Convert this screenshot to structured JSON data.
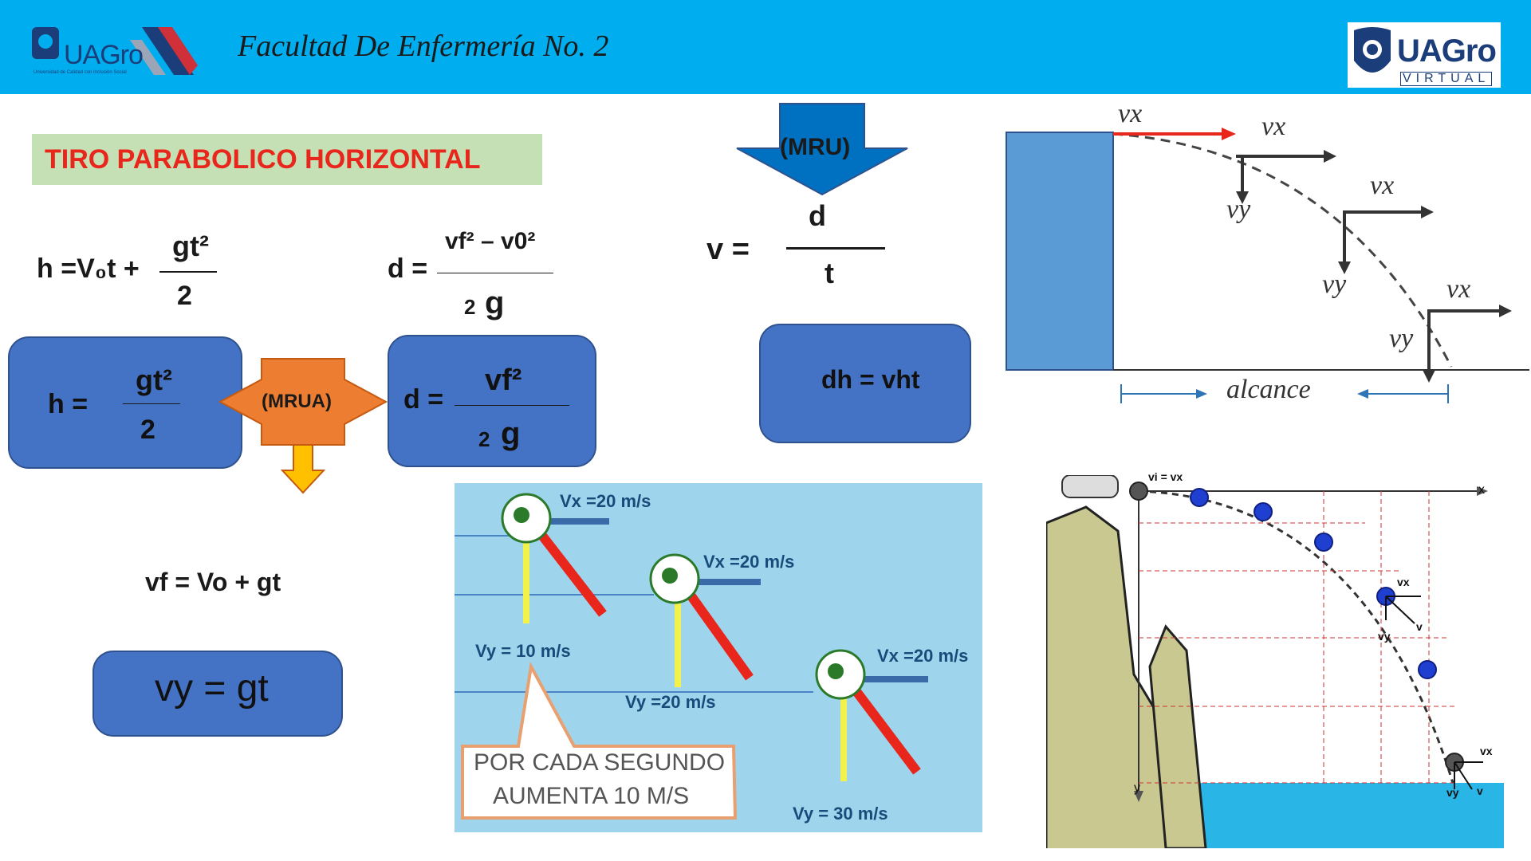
{
  "header": {
    "title": "Facultad De Enfermería No. 2",
    "logo_left": "UAGro",
    "logo_left_sub": "Universidad de Calidad con Inclusión Social",
    "logo_right": "UAGro",
    "logo_right_sub": "VIRTUAL",
    "bg_color": "#00AEEF"
  },
  "slide": {
    "title": "TIRO PARABOLICO HORIZONTAL"
  },
  "formulas": {
    "h_lhs": "h =V₀t +",
    "h_num": "gt²",
    "h_den": "2",
    "d_lhs": "d =",
    "d_num": "vf² – v0²",
    "d_den_coef": "2",
    "d_den_g": "g",
    "v_lhs": "v =",
    "v_num": "d",
    "v_den": "t",
    "vf": "vf = Vo + gt"
  },
  "boxes": {
    "h_lhs": "h =",
    "h_num": "gt²",
    "h_den": "2",
    "d_lhs": "d =",
    "d_num": "vf²",
    "d_den_coef": "2",
    "d_den_g": "g",
    "dh": "dh = vht",
    "vy": "vy = gt"
  },
  "arrows": {
    "mru": "(MRU)",
    "mrua": "(MRUA)"
  },
  "diagram1": {
    "labels": [
      "vx",
      "vx",
      "vx",
      "vx",
      "vy",
      "vy",
      "vy"
    ],
    "range": "alcance"
  },
  "photo": {
    "vx1": "Vx =20 m/s",
    "vx2": "Vx =20 m/s",
    "vx3": "Vx =20 m/s",
    "vy1": "Vy = 10 m/s",
    "vy2": "Vy =20 m/s",
    "vy3": "Vy = 30 m/s",
    "callout": [
      "POR CADA SEGUNDO",
      "AUMENTA 10 M/S"
    ]
  },
  "diagram2": {
    "vi": "vi = vx",
    "x": "x",
    "y": "y",
    "vx_a": "vx",
    "vy_a": "vy",
    "v_a": "v",
    "vx_b": "vx",
    "vy_b": "vy",
    "v_b": "v"
  }
}
